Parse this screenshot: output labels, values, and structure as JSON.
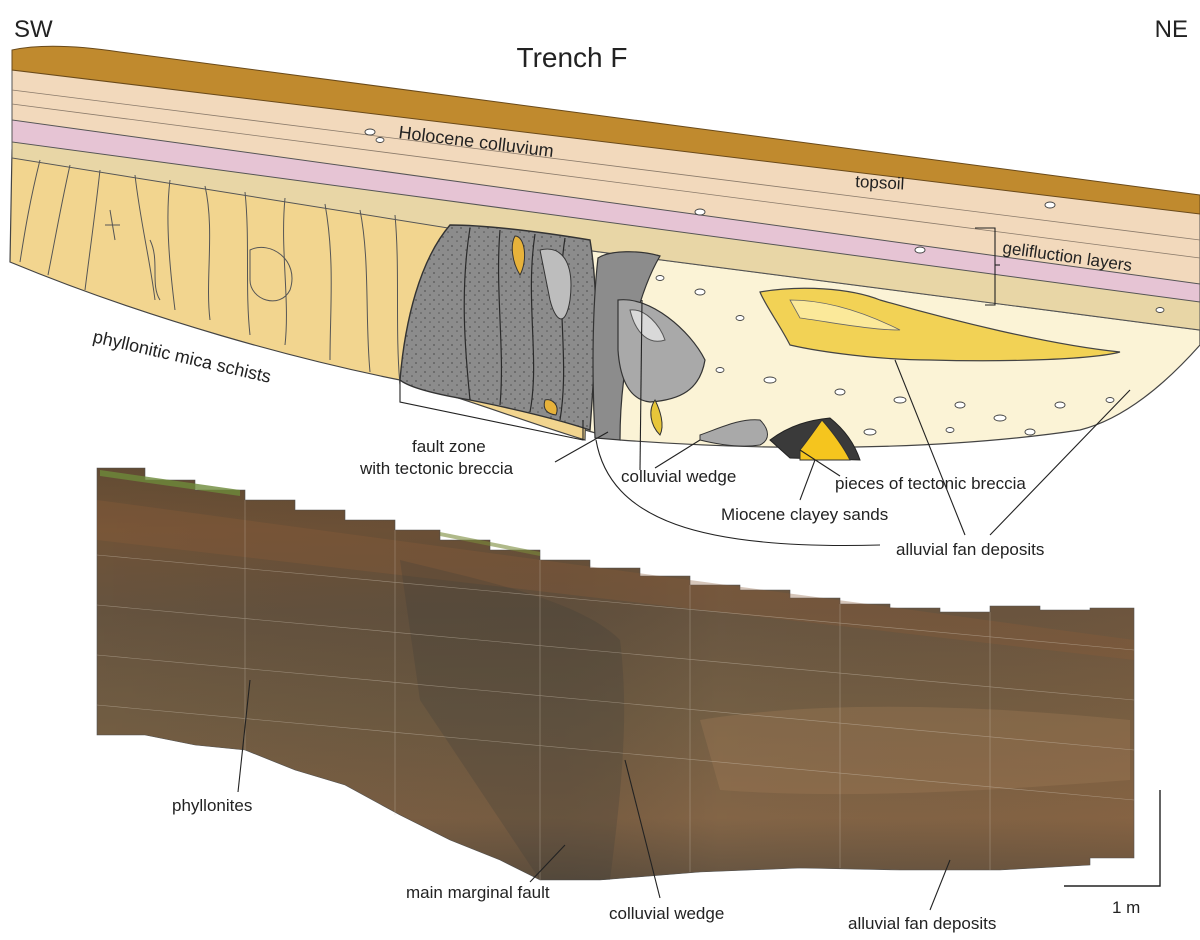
{
  "orientation": {
    "left": "SW",
    "right": "NE"
  },
  "title": "Trench F",
  "log_labels": {
    "topsoil": "topsoil",
    "holocene_colluvium": "Holocene colluvium",
    "gelifluction_layers": "gelifluction layers",
    "phyllonitic_mica_schists": "phyllonitic mica schists",
    "fault_zone_line1": "fault zone",
    "fault_zone_line2": "with tectonic breccia",
    "colluvial_wedge": "colluvial wedge",
    "tectonic_breccia_pieces": "pieces of tectonic breccia",
    "miocene_sands": "Miocene clayey sands",
    "alluvial_fan": "alluvial fan deposits"
  },
  "photo_labels": {
    "phyllonites": "phyllonites",
    "main_marginal_fault": "main marginal fault",
    "colluvial_wedge": "colluvial wedge",
    "alluvial_fan": "alluvial fan deposits"
  },
  "scale_bar": {
    "label": "1 m"
  },
  "colors": {
    "topsoil": "#c08a2e",
    "colluvium": "#f2d9bc",
    "pink_layer": "#e6c4d4",
    "gelifluction": "#e8d6a6",
    "schist": "#f2d58f",
    "fault_gray": "#8c8c8c",
    "alluvial": "#fbf3d6",
    "miocene": "#f5c51e",
    "breccia_yellow": "#f2d255"
  }
}
